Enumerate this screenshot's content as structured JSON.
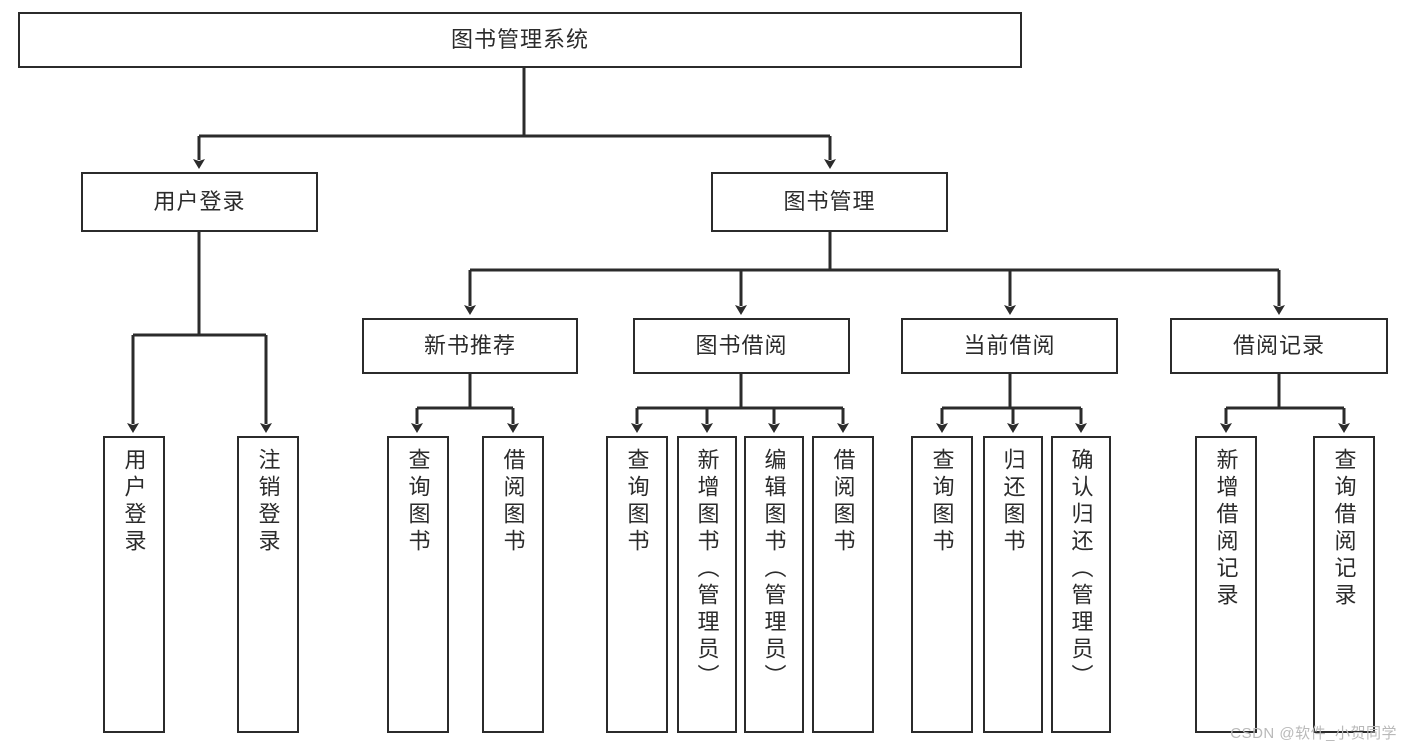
{
  "diagram": {
    "title": "图书管理系统",
    "type": "hierarchy-tree",
    "root": {
      "label": "图书管理系统"
    },
    "level2": [
      {
        "label": "用户登录"
      },
      {
        "label": "图书管理"
      }
    ],
    "level3": [
      {
        "label": "新书推荐"
      },
      {
        "label": "图书借阅"
      },
      {
        "label": "当前借阅"
      },
      {
        "label": "借阅记录"
      }
    ],
    "leaves": [
      {
        "label": "用户登录",
        "parent": "用户登录"
      },
      {
        "label": "注销登录",
        "parent": "用户登录"
      },
      {
        "label": "查询图书",
        "parent": "新书推荐"
      },
      {
        "label": "借阅图书",
        "parent": "新书推荐"
      },
      {
        "label": "查询图书",
        "parent": "图书借阅"
      },
      {
        "label": "新增图书（管理员）",
        "parent": "图书借阅"
      },
      {
        "label": "编辑图书（管理员）",
        "parent": "图书借阅"
      },
      {
        "label": "借阅图书",
        "parent": "图书借阅"
      },
      {
        "label": "查询图书",
        "parent": "当前借阅"
      },
      {
        "label": "归还图书",
        "parent": "当前借阅"
      },
      {
        "label": "确认归还（管理员）",
        "parent": "当前借阅"
      },
      {
        "label": "新增借阅记录",
        "parent": "借阅记录"
      },
      {
        "label": "查询借阅记录",
        "parent": "借阅记录"
      }
    ],
    "watermark": "CSDN @软件_小贺同学",
    "colors": {
      "stroke": "#2b2b2b",
      "fill": "#ffffff",
      "text": "#2b2b2b",
      "watermark": "#b9b9b9"
    }
  }
}
